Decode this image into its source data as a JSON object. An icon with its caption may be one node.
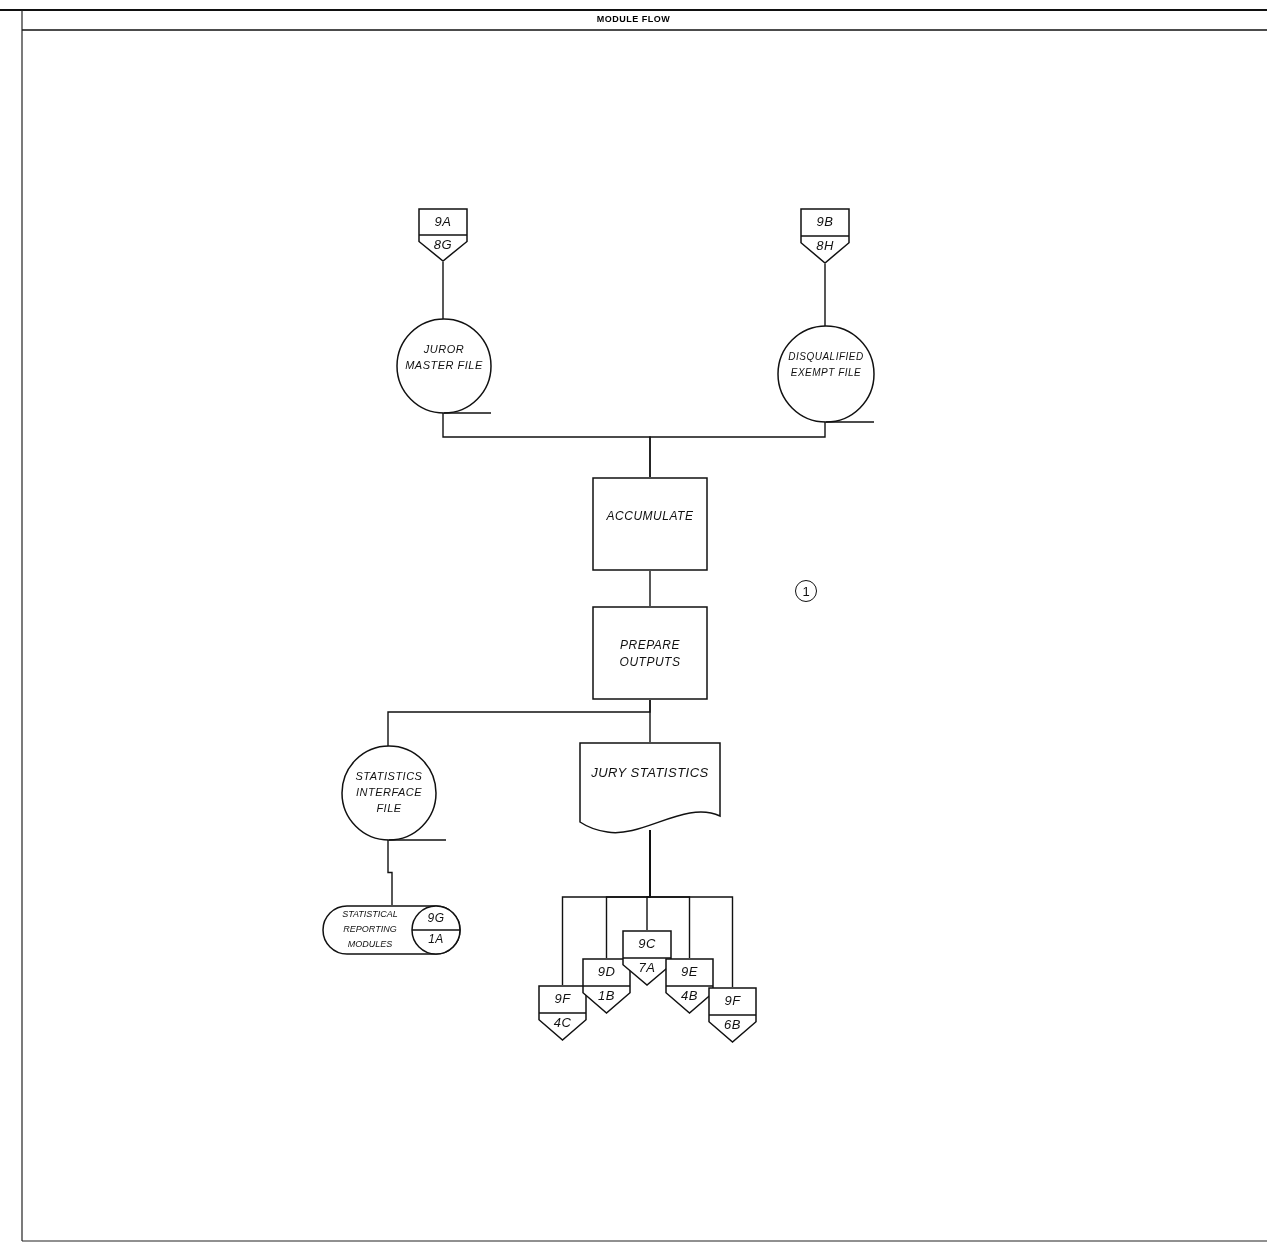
{
  "diagram": {
    "title": "MODULE FLOW",
    "nodes": [
      {
        "text": [
          "9A",
          "8G"
        ]
      },
      {
        "text": [
          "9B",
          "8H"
        ]
      },
      {
        "text": [
          "JUROR MASTER FILE"
        ]
      },
      {
        "text": [
          "DISQUALIFIED EXEMPT FILE"
        ]
      },
      {
        "text": [
          "ACCUMULATE"
        ]
      },
      {
        "text": [
          "PREPARE OUTPUTS"
        ]
      },
      {
        "text": [
          "STATISTICS INTERFACE FILE"
        ]
      },
      {
        "text": [
          "JURY STATISTICS"
        ]
      },
      {
        "text": [
          "STATISTICAL REPORTING MODULES",
          "9G",
          "1A"
        ]
      },
      {
        "text": [
          "9F",
          "4C"
        ]
      },
      {
        "text": [
          "9D",
          "1B"
        ]
      },
      {
        "text": [
          "9C",
          "7A"
        ]
      },
      {
        "text": [
          "9E",
          "4B"
        ]
      },
      {
        "text": [
          "9F",
          "6B"
        ]
      }
    ],
    "edges": [
      {
        "from": 0,
        "to": 2,
        "arrow": "none"
      },
      {
        "from": 1,
        "to": 3,
        "arrow": "none"
      },
      {
        "from": 2,
        "to": 4,
        "arrow": "none"
      },
      {
        "from": 3,
        "to": 4,
        "arrow": "none"
      },
      {
        "from": 4,
        "to": 5,
        "arrow": "none"
      },
      {
        "from": 5,
        "to": 6,
        "arrow": "none"
      },
      {
        "from": 5,
        "to": 7,
        "arrow": "none"
      },
      {
        "from": 6,
        "to": 8,
        "arrow": "none"
      },
      {
        "from": 7,
        "to": 9,
        "arrow": "none"
      },
      {
        "from": 7,
        "to": 10,
        "arrow": "none"
      },
      {
        "from": 7,
        "to": 11,
        "arrow": "none"
      },
      {
        "from": 7,
        "to": 12,
        "arrow": "none"
      },
      {
        "from": 7,
        "to": 13,
        "arrow": "none"
      }
    ],
    "labels": [
      "1"
    ]
  }
}
